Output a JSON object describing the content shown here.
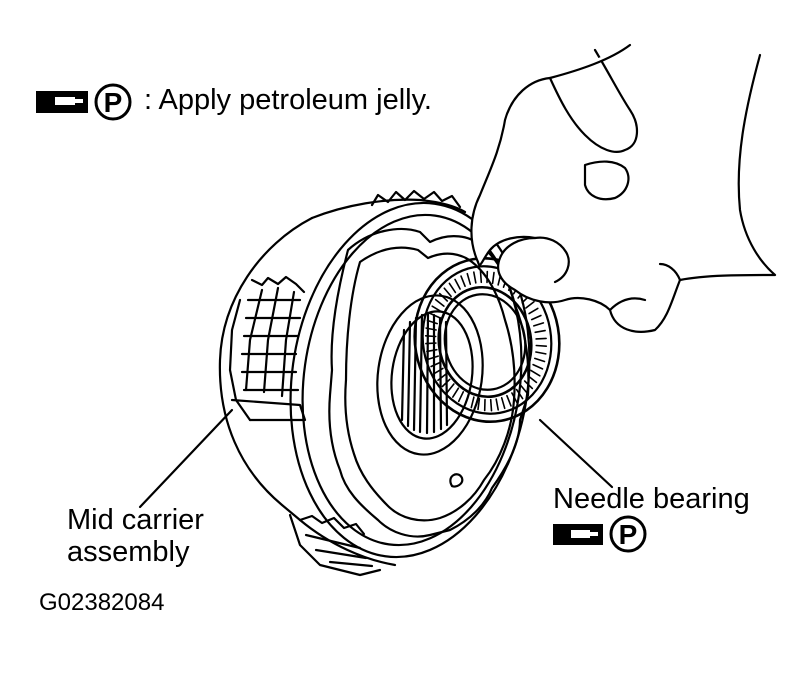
{
  "legend": {
    "text": ": Apply petroleum jelly.",
    "grease_icon": "grease-gun-icon",
    "marker_letter": "P"
  },
  "labels": {
    "needle_bearing": "Needle bearing",
    "mid_carrier_line1": "Mid carrier",
    "mid_carrier_line2": "assembly",
    "figure_code": "G02382084"
  },
  "colors": {
    "ink": "#000000",
    "background": "#ffffff"
  }
}
